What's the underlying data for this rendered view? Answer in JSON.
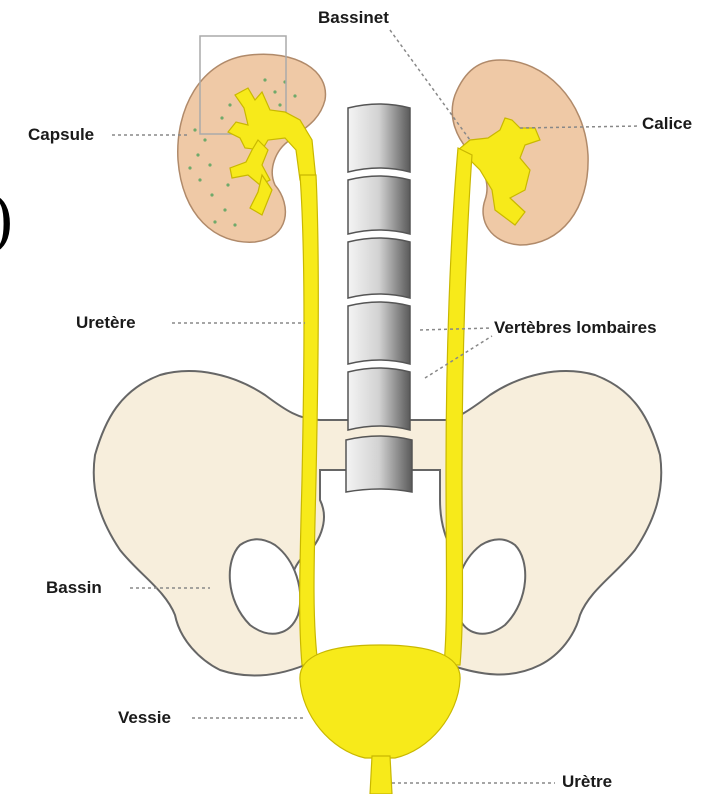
{
  "labels": {
    "bassinet": "Bassinet",
    "capsule": "Capsule",
    "calice": "Calice",
    "uretere": "Uretère",
    "vertebres": "Vertèbres lombaires",
    "bassin": "Bassin",
    "vessie": "Vessie",
    "uretre": "Urètre"
  },
  "colors": {
    "kidney": "#efc9a6",
    "urinary": "#f7ea1a",
    "pelvis": "#f7eedc",
    "bone_outline": "#666666",
    "vertebra": "#c8c8c8"
  }
}
